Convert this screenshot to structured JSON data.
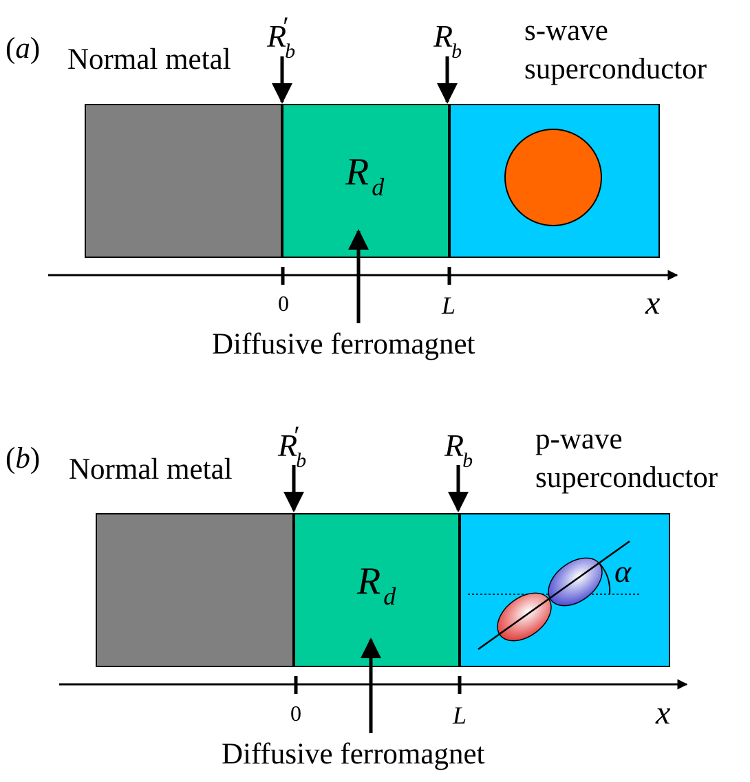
{
  "panel_a": {
    "panel_label": "(a)",
    "left_region_label": "Normal metal",
    "right_region_label_line1": "s-wave",
    "right_region_label_line2": "superconductor",
    "interface_left_label": {
      "main": "R",
      "sub": "b",
      "prime": "′"
    },
    "interface_right_label": {
      "main": "R",
      "sub": "b"
    },
    "middle_region_label": {
      "main": "R",
      "sub": "d"
    },
    "middle_region_caption": "Diffusive ferromagnet",
    "axis_tick_left": "0",
    "axis_tick_right": "L",
    "axis_label": "x"
  },
  "panel_b": {
    "panel_label": "(b)",
    "left_region_label": "Normal metal",
    "right_region_label_line1": "p-wave",
    "right_region_label_line2": "superconductor",
    "interface_left_label": {
      "main": "R",
      "sub": "b",
      "prime": "′"
    },
    "interface_right_label": {
      "main": "R",
      "sub": "b"
    },
    "middle_region_label": {
      "main": "R",
      "sub": "d"
    },
    "middle_region_caption": "Diffusive ferromagnet",
    "axis_tick_left": "0",
    "axis_tick_right": "L",
    "axis_label": "x",
    "angle_label": "α"
  },
  "colors": {
    "normal_metal": "#808080",
    "ferromagnet": "#00CC99",
    "superconductor": "#00CCFF",
    "s_wave_pair": "#FF6600",
    "p_wave_lobe_positive": "#3333CC",
    "p_wave_lobe_negative": "#DD2222"
  }
}
